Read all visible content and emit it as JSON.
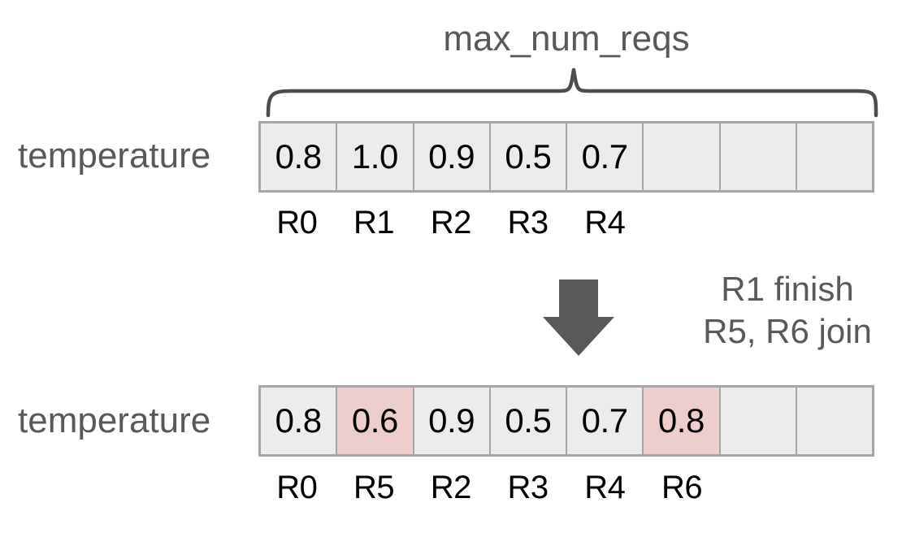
{
  "diagram": {
    "bracket_label": "max_num_reqs",
    "row_label_top": "temperature",
    "row_label_bottom": "temperature",
    "transition_note_line1": "R1 finish",
    "transition_note_line2": "R5, R6 join",
    "arrow_icon": "down-arrow-icon",
    "brace_icon": "curly-brace-icon",
    "colors": {
      "cell_fill": "#ececec",
      "cell_border": "#a6a6a6",
      "highlight_fill": "#eecdcd",
      "label_gray": "#595959",
      "value_text": "#000000",
      "arrow_fill": "#595959",
      "background": "#ffffff"
    },
    "capacity": 8,
    "top_row": {
      "values": [
        "0.8",
        "1.0",
        "0.9",
        "0.5",
        "0.7",
        "",
        "",
        ""
      ],
      "highlighted": [
        false,
        false,
        false,
        false,
        false,
        false,
        false,
        false
      ],
      "request_ids": [
        "R0",
        "R1",
        "R2",
        "R3",
        "R4",
        "",
        "",
        ""
      ]
    },
    "bottom_row": {
      "values": [
        "0.8",
        "0.6",
        "0.9",
        "0.5",
        "0.7",
        "0.8",
        "",
        ""
      ],
      "highlighted": [
        false,
        true,
        false,
        false,
        false,
        true,
        false,
        false
      ],
      "request_ids": [
        "R0",
        "R5",
        "R2",
        "R3",
        "R4",
        "R6",
        "",
        ""
      ]
    }
  }
}
